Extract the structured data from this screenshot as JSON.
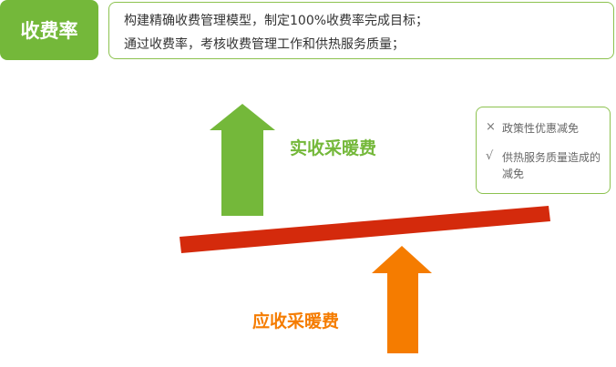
{
  "header": {
    "title": "收费率",
    "lines": [
      "构建精确收费管理模型，制定100%收费率完成目标；",
      "通过收费率，考核收费管理工作和供热服务质量；"
    ]
  },
  "diagram": {
    "real_label": "实收采暖费",
    "due_label": "应收采暖费"
  },
  "notes": {
    "item1_mark": "×",
    "item1_text": "政策性优惠减免",
    "item2_mark": "√",
    "item2_text": "供热服务质量造成的减免"
  },
  "colors": {
    "green": "#74b83a",
    "orange": "#f57c00",
    "red": "#d42a0c"
  }
}
